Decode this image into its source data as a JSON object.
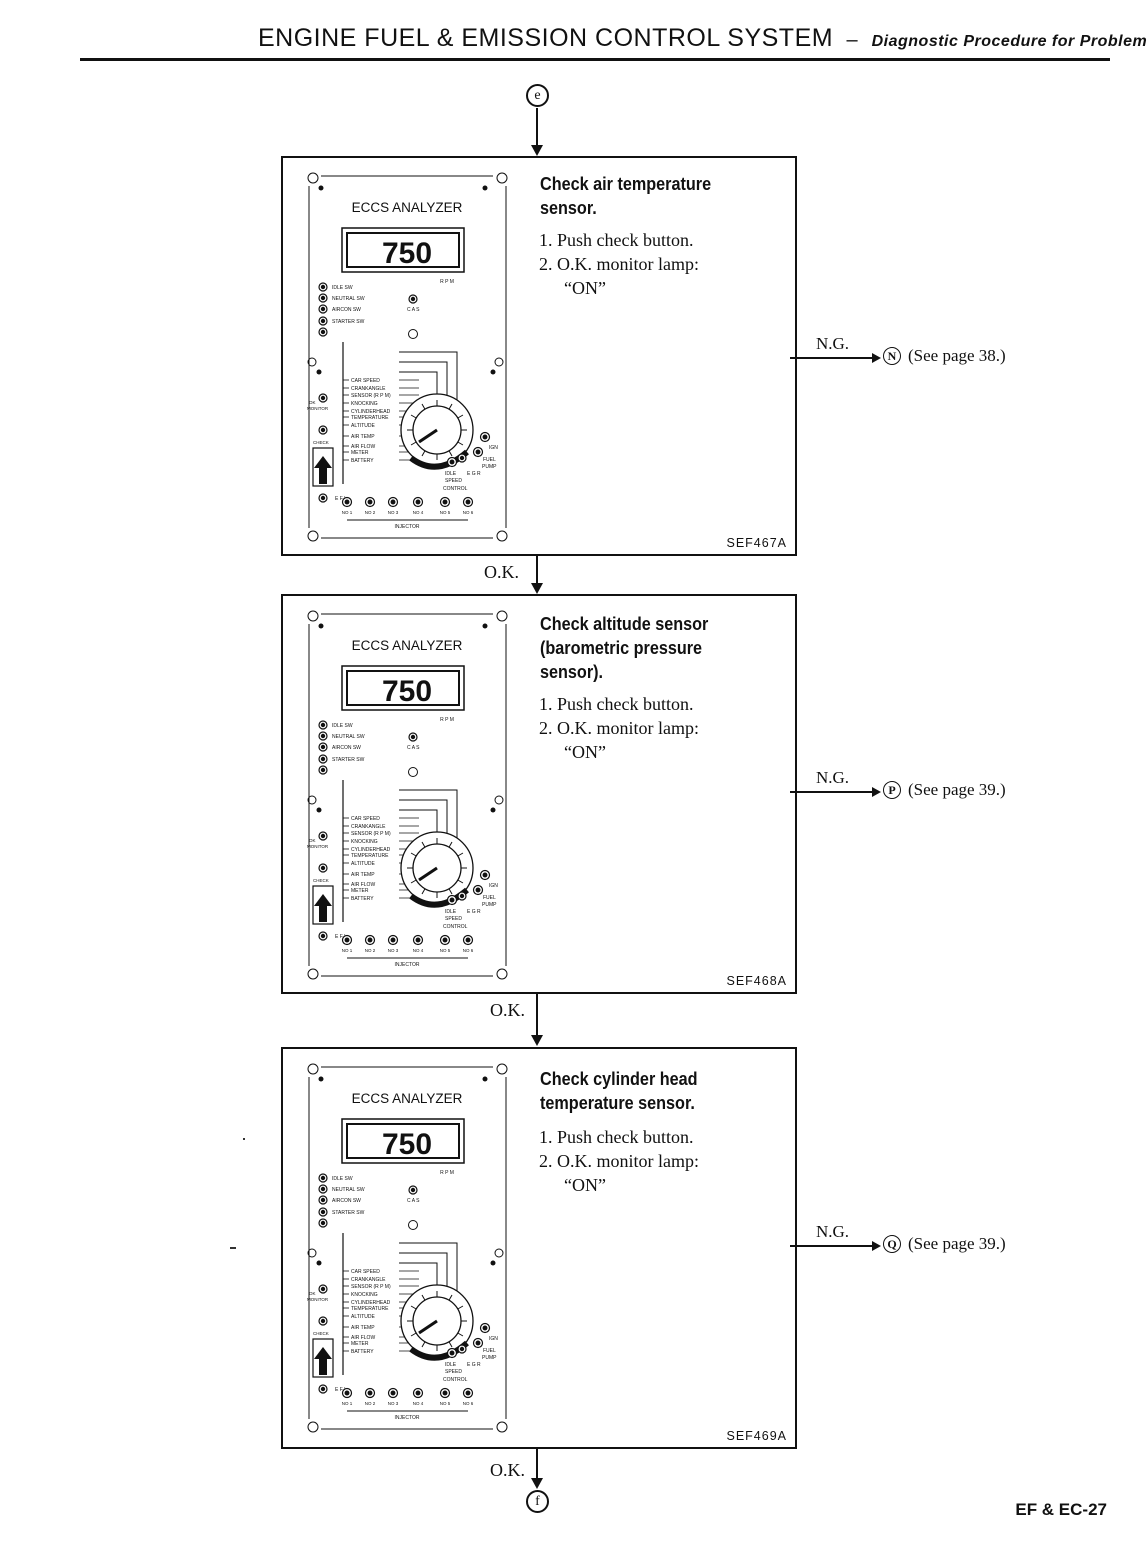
{
  "header": {
    "title": "ENGINE FUEL & EMISSION CONTROL SYSTEM",
    "separator": "–",
    "subtitle": "Diagnostic Procedure for Problems"
  },
  "flow": {
    "entry_marker": "e",
    "exit_marker": "f",
    "ok_label": "O.K."
  },
  "analyzer": {
    "title": "ECCS ANALYZER",
    "display_value": "750",
    "rpm": "R P M",
    "cas": "C A S",
    "switches": [
      "IDLE SW",
      "NEUTRAL SW",
      "AIRCON SW",
      "STARTER SW"
    ],
    "ok": "OK",
    "monitor": "MONITOR",
    "check": "CHECK",
    "efi": "E F I",
    "injector": "INJECTOR",
    "dial_items": [
      "CAR SPEED",
      "CRANKANGLE",
      "SENSOR (R P M)",
      "KNOCKING",
      "CYLINDERHEAD",
      "TEMPERATURE",
      "ALTITUDE",
      "AIR TEMP",
      "AIR FLOW",
      "METER",
      "BATTERY"
    ],
    "right_items": [
      "IGN",
      "FUEL",
      "PUMP",
      "IDLE",
      "SPEED",
      "CONTROL",
      "E G R"
    ],
    "injector_nos": [
      "NO 1",
      "NO 2",
      "NO 3",
      "NO 4",
      "NO 5",
      "NO 6"
    ]
  },
  "steps": [
    {
      "title_lines": [
        "Check air temperature",
        "sensor."
      ],
      "instructions": [
        "1. Push check button.",
        "2. O.K. monitor lamp:"
      ],
      "state": "“ON”",
      "figure_code": "SEF467A",
      "ng_label": "N.G.",
      "ng_marker": "N",
      "ng_reference": "(See page 38.)"
    },
    {
      "title_lines": [
        "Check altitude sensor",
        "(barometric pressure",
        "sensor)."
      ],
      "instructions": [
        "1. Push check button.",
        "2. O.K. monitor lamp:"
      ],
      "state": "“ON”",
      "figure_code": "SEF468A",
      "ng_label": "N.G.",
      "ng_marker": "P",
      "ng_reference": "(See page 39.)"
    },
    {
      "title_lines": [
        "Check cylinder head",
        "temperature sensor."
      ],
      "instructions": [
        "1. Push check button.",
        "2. O.K. monitor lamp:"
      ],
      "state": "“ON”",
      "figure_code": "SEF469A",
      "ng_label": "N.G.",
      "ng_marker": "Q",
      "ng_reference": "(See page 39.)"
    }
  ],
  "footer": {
    "page": "EF & EC-27"
  }
}
